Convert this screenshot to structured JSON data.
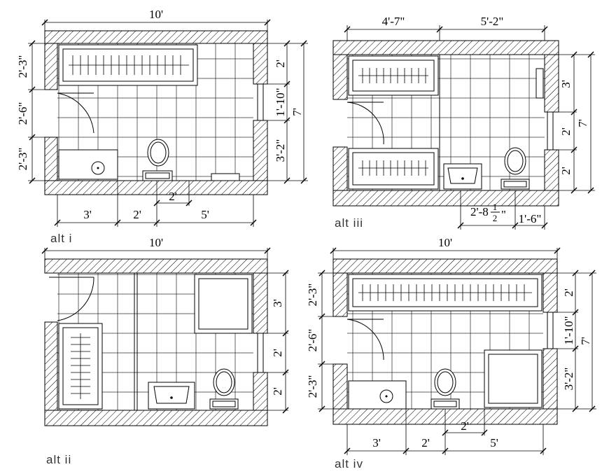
{
  "plans": {
    "alt_i": {
      "caption": "alt i",
      "top_width": "10'",
      "left_top": "2'-3\"",
      "left_mid": "2'-6\"",
      "left_bot": "2'-3\"",
      "right_top": "2'",
      "right_mid": "1'-10\"",
      "right_bot": "3'-2\"",
      "right_total": "7'",
      "bottom_left": "3'",
      "bottom_mid": "2'",
      "bottom_right": "5'",
      "bottom_inner": "2'"
    },
    "alt_ii": {
      "caption": "alt ii",
      "top_width": "10'",
      "right_top": "3'",
      "right_mid": "2'",
      "right_bot": "2'"
    },
    "alt_iii": {
      "caption": "alt iii",
      "top_left": "4'-7\"",
      "top_right": "5'-2\"",
      "right_top": "3'",
      "right_mid": "2'",
      "right_bot": "2'",
      "right_total": "7'",
      "bottom_left_main": "2'-8",
      "bottom_left_num": "1",
      "bottom_left_den": "2",
      "bottom_left_inch": "\"",
      "bottom_right": "1'-6\""
    },
    "alt_iv": {
      "caption": "alt iv",
      "top_width": "10'",
      "left_top": "2'-3\"",
      "left_mid": "2'-6\"",
      "left_bot": "2'-3\"",
      "right_top": "2'",
      "right_mid": "1'-10\"",
      "right_bot": "3'-2\"",
      "right_total": "7'",
      "bottom_left": "3'",
      "bottom_mid": "2'",
      "bottom_right": "5'",
      "bottom_inner": "2'"
    }
  }
}
